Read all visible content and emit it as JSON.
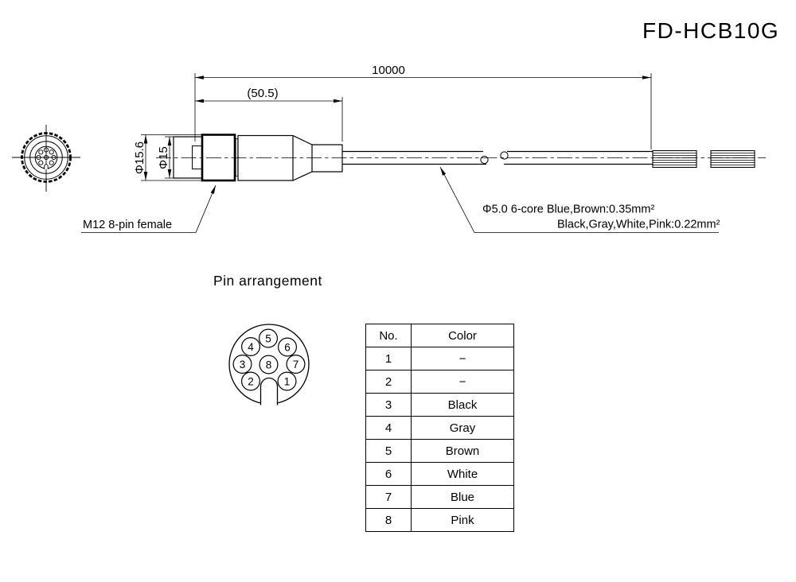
{
  "title": "FD-HCB10G",
  "drawing": {
    "dim_overall": "10000",
    "dim_connector": "(50.5)",
    "dim_outer_dia": "Φ15.6",
    "dim_inner_dia": "Φ15",
    "connector_label": "M12 8-pin female",
    "cable_spec_line1": "Φ5.0 6-core Blue,Brown:0.35mm²",
    "cable_spec_line2": "Black,Gray,White,Pink:0.22mm²"
  },
  "pin_section": {
    "heading": "Pin arrangement",
    "pins": [
      "1",
      "2",
      "3",
      "4",
      "5",
      "6",
      "7",
      "8"
    ]
  },
  "pin_table": {
    "headers": [
      "No.",
      "Color"
    ],
    "rows": [
      {
        "no": "1",
        "color": "−"
      },
      {
        "no": "2",
        "color": "−"
      },
      {
        "no": "3",
        "color": "Black"
      },
      {
        "no": "4",
        "color": "Gray"
      },
      {
        "no": "5",
        "color": "Brown"
      },
      {
        "no": "6",
        "color": "White"
      },
      {
        "no": "7",
        "color": "Blue"
      },
      {
        "no": "8",
        "color": "Pink"
      }
    ]
  },
  "colors": {
    "line": "#000000",
    "background": "#ffffff"
  }
}
